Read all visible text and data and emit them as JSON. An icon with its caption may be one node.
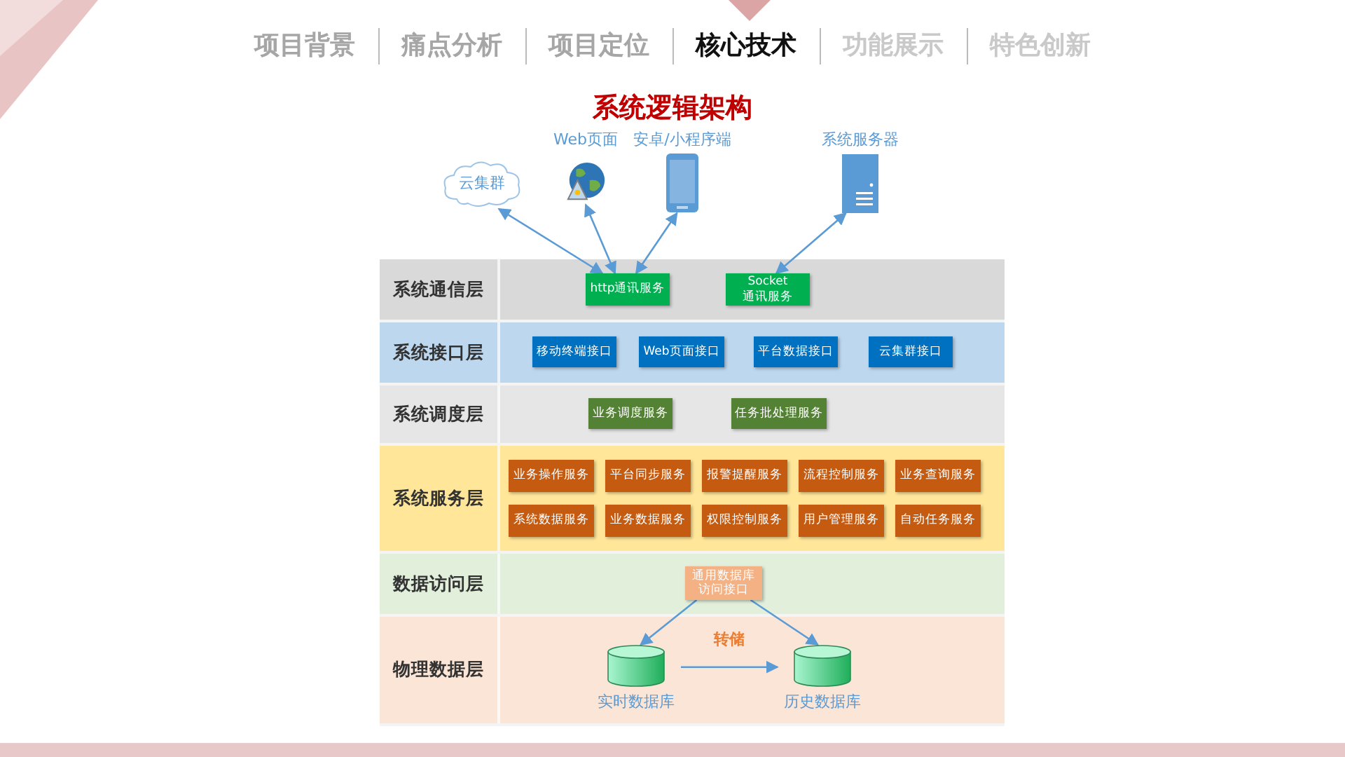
{
  "diagram": {
    "title": "系统逻辑架构",
    "nodes": [
      {
        "text": [
          "云集群"
        ]
      },
      {
        "text": [
          "Web页面"
        ]
      },
      {
        "text": [
          "安卓/小程序端"
        ]
      },
      {
        "text": [
          "系统服务器"
        ]
      },
      {
        "text": [
          "系统通信层"
        ]
      },
      {
        "text": [
          "http通讯服务"
        ],
        "in": 4
      },
      {
        "text": [
          "Socket 通讯服务"
        ],
        "in": 4
      },
      {
        "text": [
          "系统接口层"
        ]
      },
      {
        "text": [
          "移动终端接口"
        ],
        "in": 7
      },
      {
        "text": [
          "Web页面接口"
        ],
        "in": 7
      },
      {
        "text": [
          "平台数据接口"
        ],
        "in": 7
      },
      {
        "text": [
          "云集群接口"
        ],
        "in": 7
      },
      {
        "text": [
          "系统调度层"
        ]
      },
      {
        "text": [
          "业务调度服务"
        ],
        "in": 12
      },
      {
        "text": [
          "任务批处理服务"
        ],
        "in": 12
      },
      {
        "text": [
          "系统服务层"
        ]
      },
      {
        "text": [
          "业务操作服务"
        ],
        "in": 15
      },
      {
        "text": [
          "平台同步服务"
        ],
        "in": 15
      },
      {
        "text": [
          "报警提醒服务"
        ],
        "in": 15
      },
      {
        "text": [
          "流程控制服务"
        ],
        "in": 15
      },
      {
        "text": [
          "业务查询服务"
        ],
        "in": 15
      },
      {
        "text": [
          "系统数据服务"
        ],
        "in": 15
      },
      {
        "text": [
          "业务数据服务"
        ],
        "in": 15
      },
      {
        "text": [
          "权限控制服务"
        ],
        "in": 15
      },
      {
        "text": [
          "用户管理服务"
        ],
        "in": 15
      },
      {
        "text": [
          "自动任务服务"
        ],
        "in": 15
      },
      {
        "text": [
          "数据访问层"
        ]
      },
      {
        "text": [
          "通用数据库访问接口"
        ],
        "in": 26
      },
      {
        "text": [
          "物理数据层"
        ]
      },
      {
        "text": [
          "实时数据库"
        ],
        "in": 28
      },
      {
        "text": [
          "历史数据库"
        ],
        "in": 28
      }
    ],
    "edges": [
      {
        "from": 0,
        "to": 5,
        "arrow": "both"
      },
      {
        "from": 1,
        "to": 5,
        "arrow": "both"
      },
      {
        "from": 2,
        "to": 5,
        "arrow": "both"
      },
      {
        "from": 3,
        "to": 6,
        "arrow": "both"
      },
      {
        "from": 27,
        "to": 29,
        "arrow": "to"
      },
      {
        "from": 27,
        "to": 30,
        "arrow": "to"
      },
      {
        "from": 29,
        "to": 30,
        "arrow": "to",
        "label": "转储"
      }
    ],
    "labels": [
      "项目背景",
      "痛点分析",
      "项目定位",
      "核心技术",
      "功能展示",
      "特色创新"
    ]
  }
}
